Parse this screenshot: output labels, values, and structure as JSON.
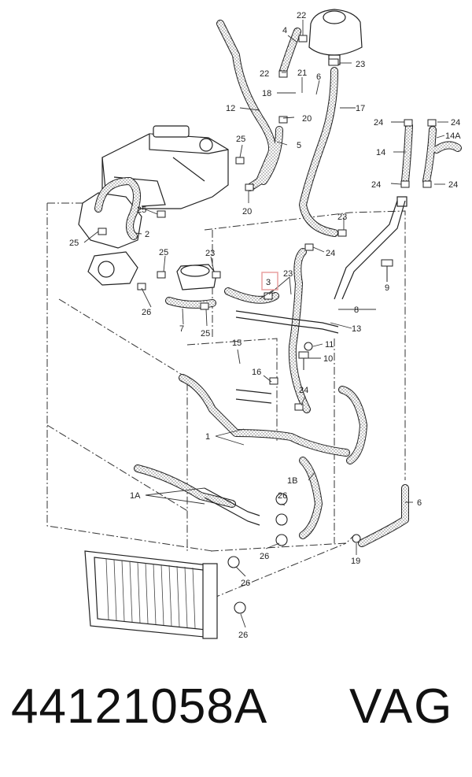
{
  "diagram": {
    "callouts": [
      {
        "id": "c22a",
        "text": "22"
      },
      {
        "id": "c4",
        "text": "4"
      },
      {
        "id": "c22b",
        "text": "22"
      },
      {
        "id": "c23a",
        "text": "23"
      },
      {
        "id": "c21",
        "text": "21"
      },
      {
        "id": "c6a",
        "text": "6"
      },
      {
        "id": "c18",
        "text": "18"
      },
      {
        "id": "c12",
        "text": "12"
      },
      {
        "id": "c17",
        "text": "17"
      },
      {
        "id": "c20a",
        "text": "20"
      },
      {
        "id": "c24a",
        "text": "24"
      },
      {
        "id": "c24b",
        "text": "24"
      },
      {
        "id": "c5",
        "text": "5"
      },
      {
        "id": "c14A",
        "text": "14A"
      },
      {
        "id": "c25a",
        "text": "25"
      },
      {
        "id": "c14",
        "text": "14"
      },
      {
        "id": "c24c",
        "text": "24"
      },
      {
        "id": "c24d",
        "text": "24"
      },
      {
        "id": "c20b",
        "text": "20"
      },
      {
        "id": "c25b",
        "text": "25"
      },
      {
        "id": "c2",
        "text": "2"
      },
      {
        "id": "c25c",
        "text": "25"
      },
      {
        "id": "c23b",
        "text": "23"
      },
      {
        "id": "c25d",
        "text": "25"
      },
      {
        "id": "c23c",
        "text": "23"
      },
      {
        "id": "c24e",
        "text": "24"
      },
      {
        "id": "c9",
        "text": "9"
      },
      {
        "id": "c3",
        "text": "3"
      },
      {
        "id": "c23d",
        "text": "23"
      },
      {
        "id": "c26a",
        "text": "26"
      },
      {
        "id": "c8",
        "text": "8"
      },
      {
        "id": "c7",
        "text": "7"
      },
      {
        "id": "c25e",
        "text": "25"
      },
      {
        "id": "c13",
        "text": "13"
      },
      {
        "id": "c11",
        "text": "11"
      },
      {
        "id": "c15",
        "text": "15"
      },
      {
        "id": "c10",
        "text": "10"
      },
      {
        "id": "c16",
        "text": "16"
      },
      {
        "id": "c24f",
        "text": "24"
      },
      {
        "id": "c1",
        "text": "1"
      },
      {
        "id": "c1B",
        "text": "1B"
      },
      {
        "id": "c1A",
        "text": "1A"
      },
      {
        "id": "c26b",
        "text": "26"
      },
      {
        "id": "c6b",
        "text": "6"
      },
      {
        "id": "c26c",
        "text": "26"
      },
      {
        "id": "c19",
        "text": "19"
      },
      {
        "id": "c26d",
        "text": "26"
      },
      {
        "id": "c26e",
        "text": "26"
      }
    ],
    "highlighted_callout": "3",
    "highlight_color": "#e8a0a0"
  },
  "footer": {
    "part_number": "44121058A",
    "brand": "VAG"
  }
}
